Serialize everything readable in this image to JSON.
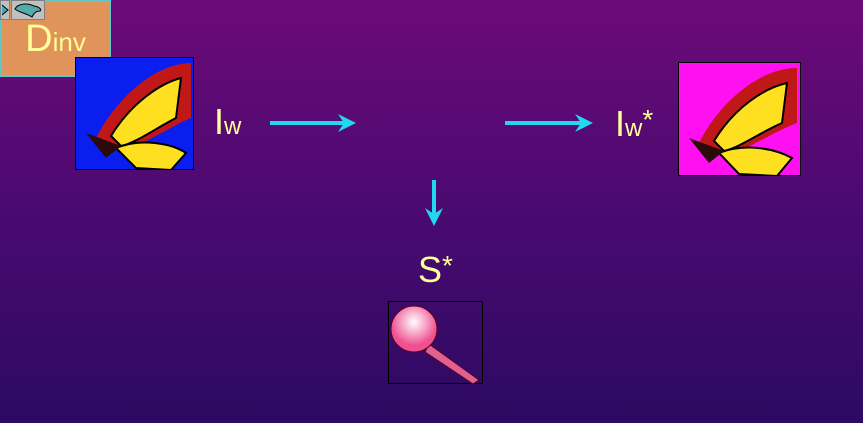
{
  "toolbar": {
    "prev_icon": "chevron-left-icon",
    "shape_icon": "blob-shape-icon"
  },
  "diagram": {
    "input_label": {
      "main": "I",
      "sub": "w"
    },
    "process_label": {
      "main": "D",
      "sub": "inv"
    },
    "output_label": {
      "main": "I",
      "sub": "w",
      "sup": "*"
    },
    "key_label": {
      "main": "S",
      "sup": "*"
    }
  },
  "colors": {
    "arrow": "#22d8f0",
    "text": "#ffff99",
    "box": "#e0935a"
  }
}
